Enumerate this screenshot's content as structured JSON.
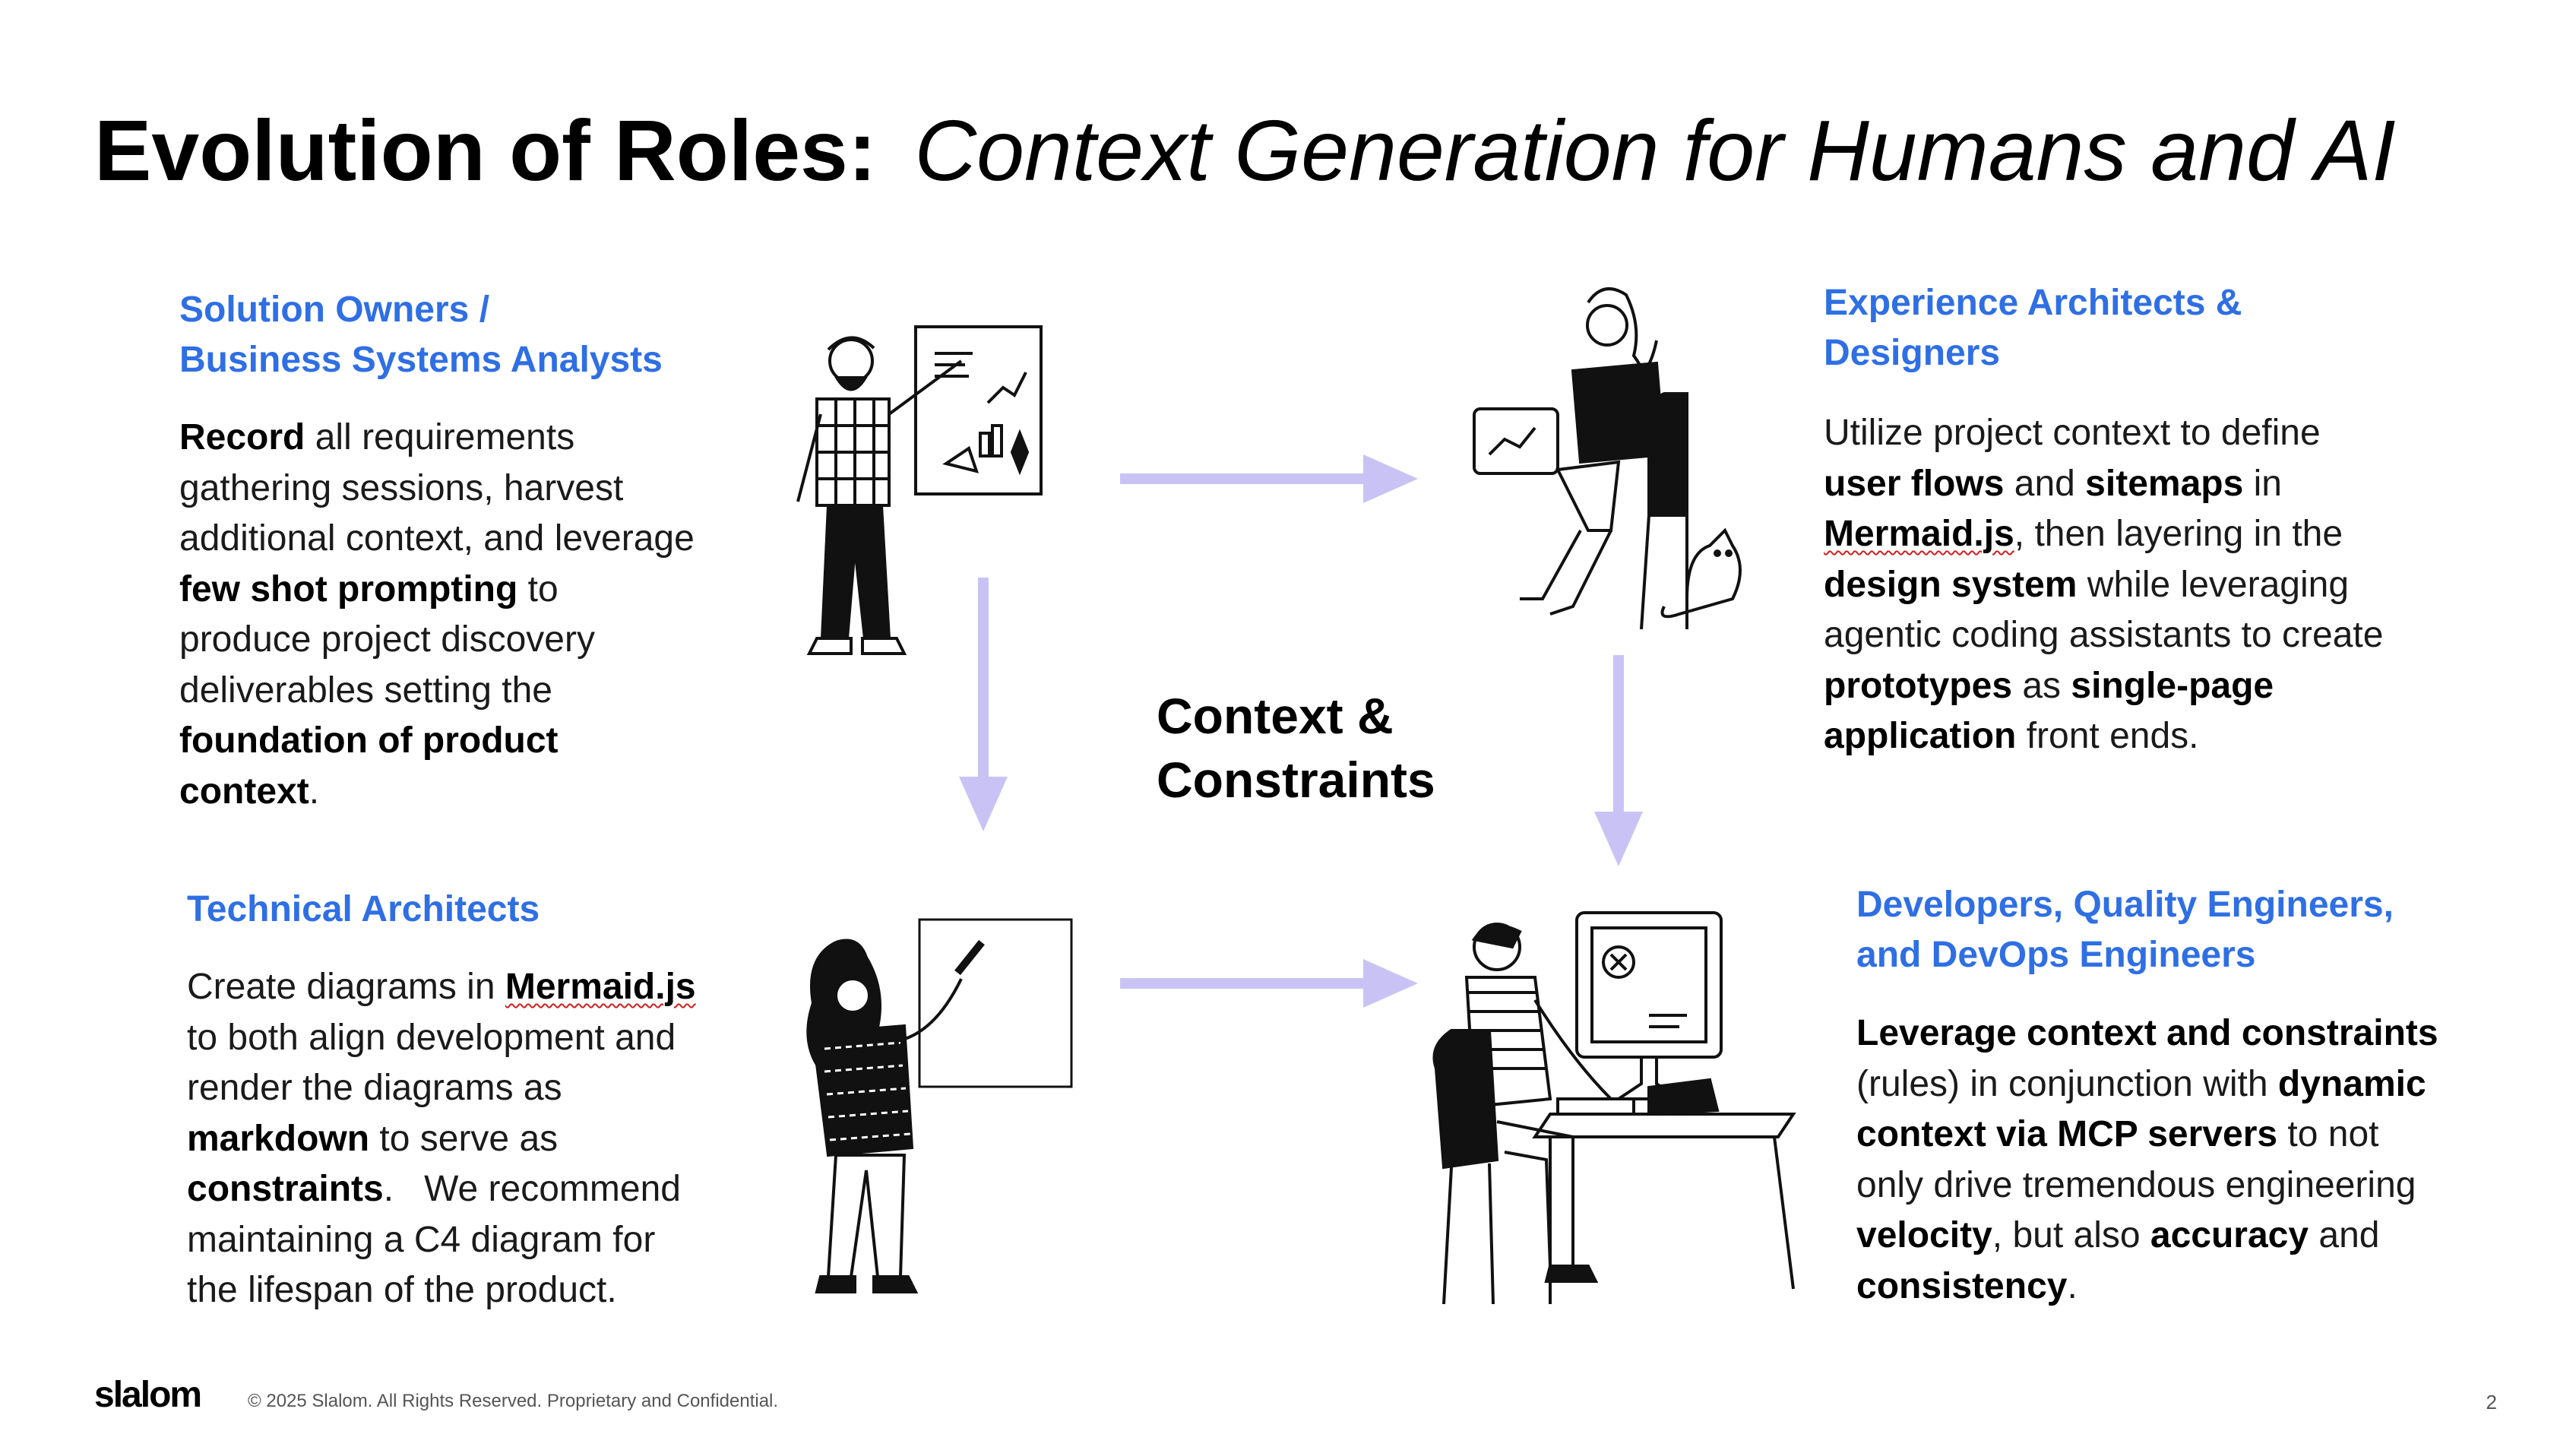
{
  "slide": {
    "title_bold": "Evolution of Roles:",
    "title_italic": "Context Generation for Humans and AI"
  },
  "center_label": {
    "line1": "Context &",
    "line2": "Constraints"
  },
  "quadrants": {
    "solution_owners": {
      "heading_line1": "Solution Owners /",
      "heading_line2": "Business Systems Analysts",
      "l1_b": "Record",
      "l1_r": " all requirements",
      "l2": "gathering sessions, harvest",
      "l3": "additional context, and leverage",
      "l4_b": "few shot prompting",
      "l4_r": " to",
      "l5": "produce project discovery",
      "l6": "deliverables setting the",
      "l7_b": "foundation of product",
      "l8_b": "context",
      "l8_r": "."
    },
    "experience_architects": {
      "heading_line1": "Experience Architects &",
      "heading_line2": "Designers",
      "l1": "Utilize project context to define",
      "l2_b1": "user flows",
      "l2_r1": " and ",
      "l2_b2": "sitemaps",
      "l2_r2": " in",
      "l3_b": "Mermaid.js",
      "l3_r": ", then layering in the",
      "l4_b": "design system",
      "l4_r": " while leveraging",
      "l5": "agentic coding assistants to create",
      "l6_b1": "prototypes",
      "l6_r1": " as ",
      "l6_b2": "single-page",
      "l7_b": "application",
      "l7_r": " front ends."
    },
    "technical_architects": {
      "heading_line1": "Technical Architects",
      "l1_r": "Create diagrams in ",
      "l1_b": "Mermaid.js",
      "l2": "to both align development and",
      "l3": "render the diagrams as",
      "l4_b": "markdown",
      "l4_r": " to serve as",
      "l5_b": "constraints",
      "l5_r": ".   We recommend",
      "l6": "maintaining a C4 diagram for",
      "l7": "the lifespan of the product."
    },
    "developers": {
      "heading_line1": "Developers, Quality Engineers,",
      "heading_line2": "and DevOps Engineers",
      "l1_b": "Leverage context and constraints",
      "l2_r1": "(rules) in conjunction with ",
      "l2_b": "dynamic",
      "l3_b": "context via MCP servers",
      "l3_r": " to not",
      "l4": "only drive tremendous engineering",
      "l5_b1": "velocity",
      "l5_r1": ", but also ",
      "l5_b2": "accuracy",
      "l5_r2": " and",
      "l6_b": "consistency",
      "l6_r": "."
    }
  },
  "footer": {
    "logo": "slalom",
    "copyright": "© 2025  Slalom. All Rights Reserved. Proprietary and Confidential.",
    "page_number": "2"
  },
  "colors": {
    "heading": "#2f6fe4",
    "arrow": "#c9c3f5",
    "text": "#1a1a1a"
  },
  "icons": [
    "whiteboard-presenter-illustration",
    "designer-laptop-illustration",
    "architect-drawing-illustration",
    "developer-desk-illustration",
    "arrow-right-icon",
    "arrow-down-icon"
  ]
}
